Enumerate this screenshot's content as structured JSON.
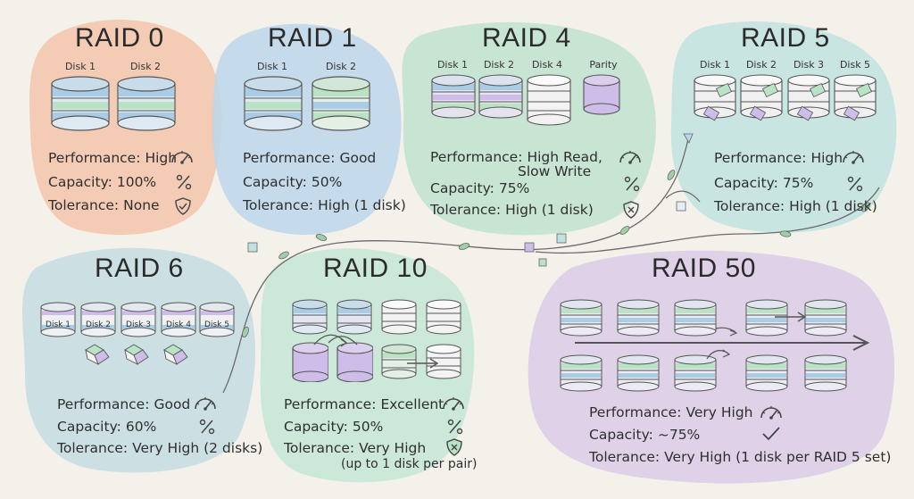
{
  "raid0": {
    "title": "RAID 0",
    "disks": [
      "Disk 1",
      "Disk 2"
    ],
    "performance_label": "Performance:",
    "performance": "High",
    "capacity_label": "Capacity:",
    "capacity": "100%",
    "tolerance_label": "Tolerance:",
    "tolerance": "None"
  },
  "raid1": {
    "title": "RAID 1",
    "disks": [
      "Disk 1",
      "Disk 2"
    ],
    "performance_label": "Performance:",
    "performance": "Good",
    "capacity_label": "Capacity:",
    "capacity": "50%",
    "tolerance_label": "Tolerance:",
    "tolerance": "High (1 disk)"
  },
  "raid4": {
    "title": "RAID 4",
    "disks": [
      "Disk 1",
      "Disk 2",
      "Disk 4",
      "Parity"
    ],
    "performance_label": "Performance:",
    "performance": "High Read,",
    "performance_line2": "Slow Write",
    "capacity_label": "Capacity:",
    "capacity": "75%",
    "tolerance_label": "Tolerance:",
    "tolerance": "High (1 disk)"
  },
  "raid5": {
    "title": "RAID 5",
    "disks": [
      "Disk 1",
      "Disk 2",
      "Disk 3",
      "Disk 5"
    ],
    "performance_label": "Performance:",
    "performance": "High",
    "capacity_label": "Capacity:",
    "capacity": "75%",
    "tolerance_label": "Tolerance:",
    "tolerance": "High (1 disk)"
  },
  "raid6": {
    "title": "RAID 6",
    "disks": [
      "Disk 1",
      "Disk 2",
      "Disk 3",
      "Disk 4",
      "Disk 5"
    ],
    "performance_label": "Performance:",
    "performance": "Good",
    "capacity_label": "Capacity:",
    "capacity": "60%",
    "tolerance_label": "Tolerance:",
    "tolerance": "Very High (2 disks)"
  },
  "raid10": {
    "title": "RAID 10",
    "performance_label": "Performance:",
    "performance": "Excellent",
    "capacity_label": "Capacity:",
    "capacity": "50%",
    "tolerance_label": "Tolerance:",
    "tolerance": "Very High",
    "tolerance_note": "(up to 1 disk per pair)"
  },
  "raid50": {
    "title": "RAID 50",
    "performance_label": "Performance:",
    "performance": "Very High",
    "capacity_label": "Capacity:",
    "capacity": "~75%",
    "tolerance_label": "Tolerance:",
    "tolerance": "Very High (1 disk per RAID 5 set)"
  },
  "colors": {
    "raid0_blob": "#f3c6ad",
    "raid1_blob": "#bcd6ea",
    "raid4_blob": "#bfe2cf",
    "raid5_blob": "#bfe3df",
    "raid6_blob": "#c4dde3",
    "raid10_blob": "#c3e6d5",
    "raid50_blob": "#d9cbe8",
    "stripe_blue": "#a9cde6",
    "stripe_green": "#b9e3c4",
    "stripe_purple": "#cdbde8"
  },
  "icons": {
    "gauge": "gauge-icon",
    "percent": "percent-icon",
    "shield": "shield-icon",
    "shield_x": "shield-x-icon",
    "check": "check-icon"
  }
}
